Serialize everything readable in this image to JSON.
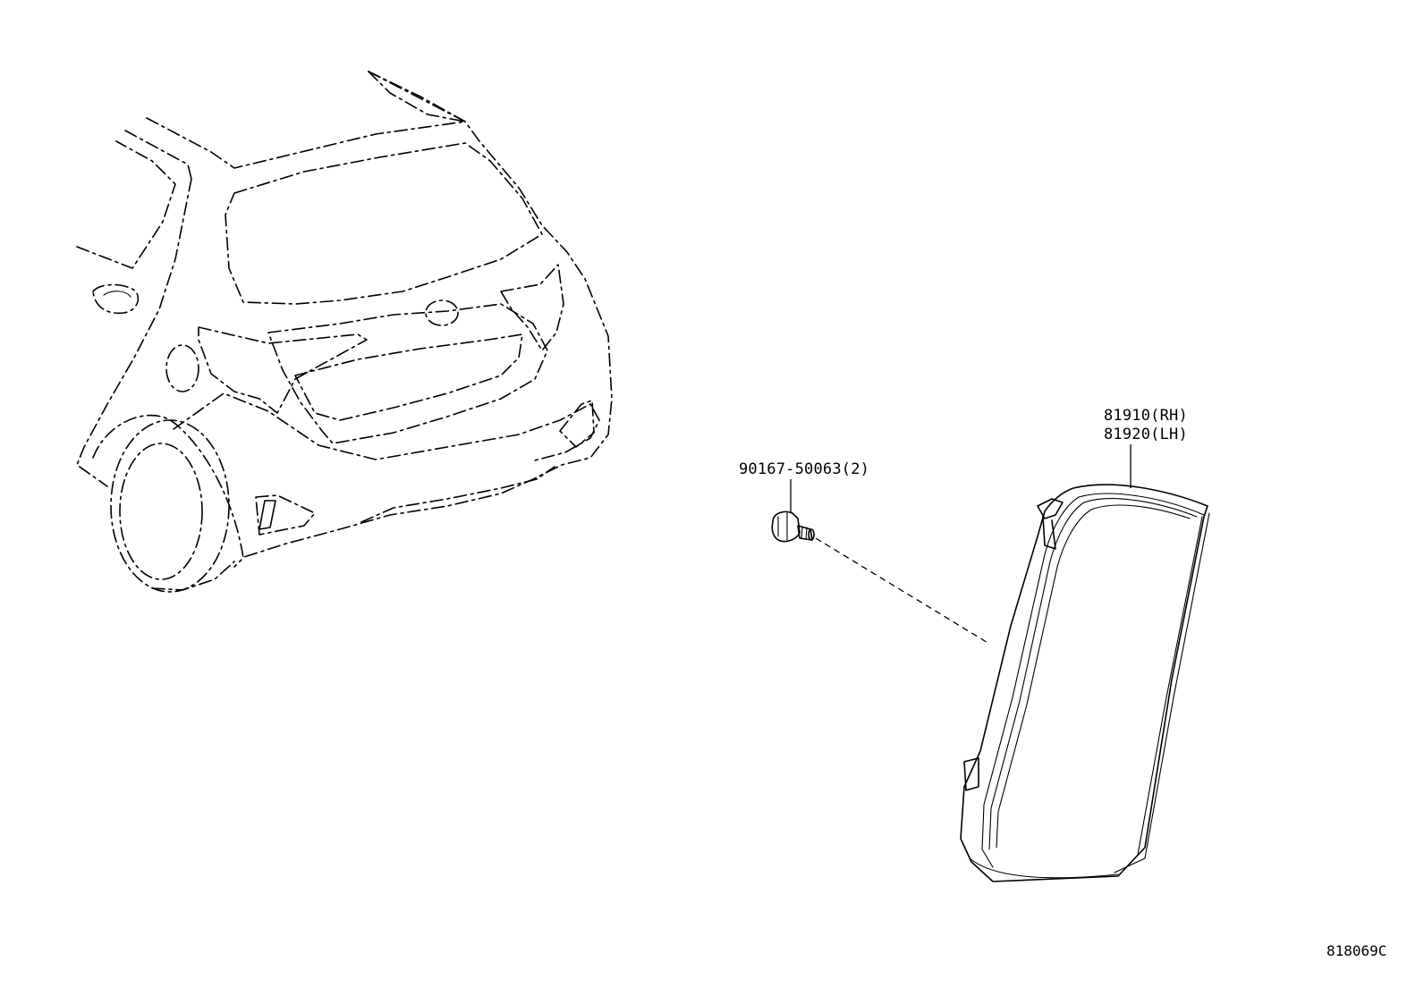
{
  "diagram": {
    "parts": [
      {
        "part_number": "81910(RH)"
      },
      {
        "part_number": "81920(LH)"
      },
      {
        "part_number": "90167-50063(2)"
      }
    ],
    "illustration_id": "818069C"
  }
}
